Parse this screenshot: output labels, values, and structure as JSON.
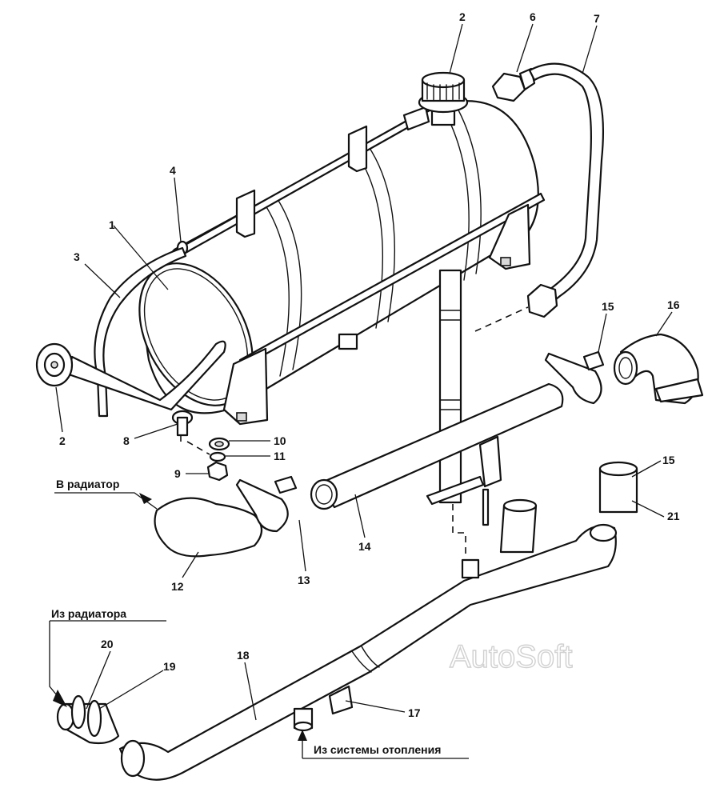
{
  "labels": {
    "l1": "1",
    "l2a": "2",
    "l2b": "2",
    "l3": "3",
    "l4": "4",
    "l6": "6",
    "l7": "7",
    "l8": "8",
    "l9": "9",
    "l10": "10",
    "l11": "11",
    "l12": "12",
    "l13": "13",
    "l14": "14",
    "l15a": "15",
    "l15b": "15",
    "l16": "16",
    "l17": "17",
    "l18": "18",
    "l19": "19",
    "l20": "20",
    "l21": "21"
  },
  "flow_labels": {
    "to_radiator": "В радиатор",
    "from_radiator": "Из радиатора",
    "from_heating": "Из системы отопления"
  },
  "watermark": "AutoSoft"
}
